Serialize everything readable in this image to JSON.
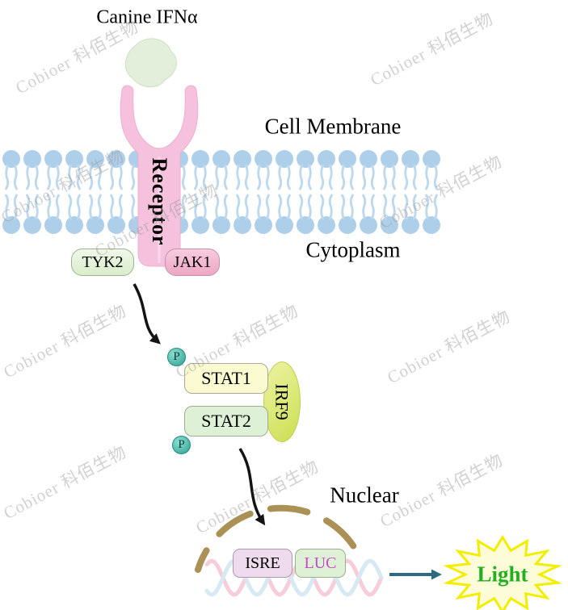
{
  "watermark": {
    "text": "Cobioer 科佰生物"
  },
  "labels": {
    "ligand": "Canine IFNα",
    "cell_membrane": "Cell Membrane",
    "cytoplasm": "Cytoplasm",
    "receptor": "Receptor",
    "tyk2": "TYK2",
    "jak1": "JAK1",
    "phosphate": "P",
    "stat1": "STAT1",
    "stat2": "STAT2",
    "irf9": "IRF9",
    "nuclear": "Nuclear",
    "isre": "ISRE",
    "luc": "LUC",
    "light": "Light"
  },
  "colors": {
    "receptor_fill": "#f6c1dc",
    "membrane_head": "#aecfe9",
    "membrane_tail": "#bcd8ee",
    "tyk2_fill": "#e4f2d8",
    "jak1_fill": "#f2b3cb",
    "stat1_fill": "#fbfad0",
    "stat2_fill": "#def0d5",
    "irf9_fill": "#d9e878",
    "phosphate_fill": "#2ba293",
    "nuclear_membrane": "#ab9156",
    "dna_blue": "#d7e9f3",
    "dna_pink": "#f7cdd9",
    "isre_fill": "#eedbed",
    "luc_fill": "#def0d5",
    "luc_text": "#c44ac4",
    "light_text": "#22b022",
    "star_stroke": "#f2ee00",
    "star_fill": "#fdfcd8",
    "arrow_black": "#141414",
    "arrow_teal": "#2e6b80"
  }
}
